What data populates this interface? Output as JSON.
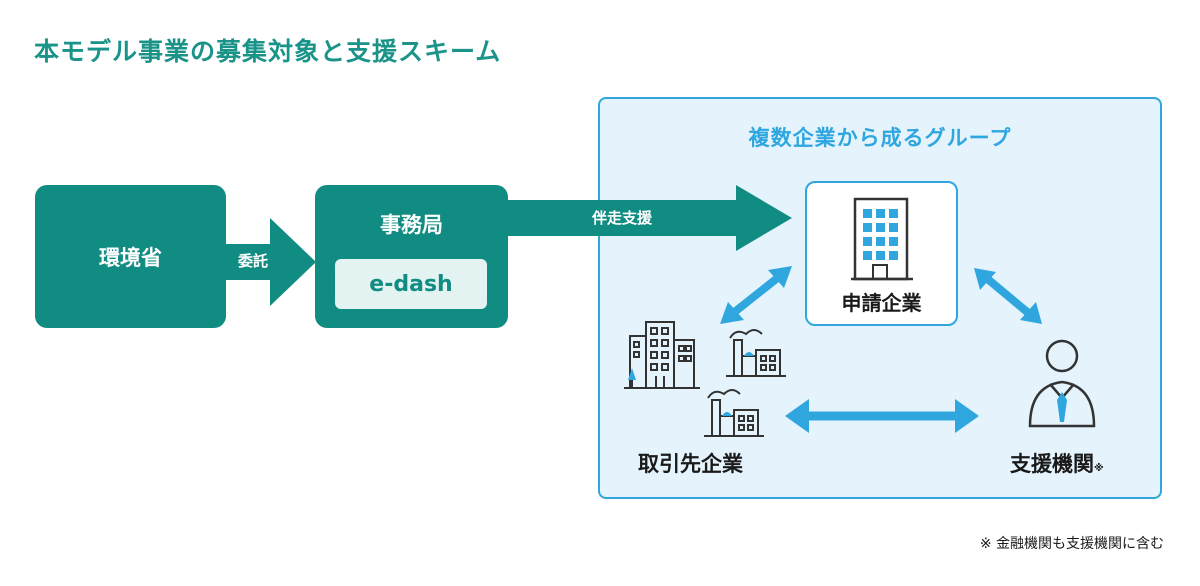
{
  "title": "本モデル事業の募集対象と支援スキーム",
  "nodes": {
    "kankyosho": "環境省",
    "jimukyoku": "事務局",
    "edash": "e-dash",
    "group_title": "複数企業から成るグループ",
    "shinsei": "申請企業",
    "torihikisaki": "取引先企業",
    "shien_kikan": "支援機関",
    "shien_kikan_mark": "※"
  },
  "arrows": {
    "itaku": "委託",
    "bansou": "伴走支援"
  },
  "footnote": "※ 金融機関も支援機関に含む",
  "colors": {
    "title_teal": "#1a9389",
    "box_teal": "#118c82",
    "blue": "#2fa7de",
    "panel_bg": "#e4f3fc",
    "dark": "#333333"
  }
}
